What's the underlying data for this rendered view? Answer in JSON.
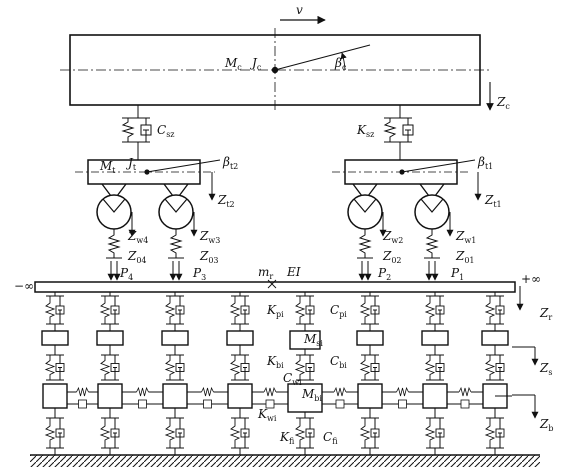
{
  "colors": {
    "ink": "#111111",
    "ground": "#d9d9d9",
    "paper": "#ffffff"
  },
  "labels": {
    "v": "v",
    "Mc": {
      "main": "M",
      "sub": "c"
    },
    "Jc": {
      "main": "J",
      "sub": "c"
    },
    "betac": {
      "main": "β",
      "sub": "c"
    },
    "Zc": {
      "main": "Z",
      "sub": "c"
    },
    "Csz": {
      "main": "C",
      "sub": "sz"
    },
    "Ksz": {
      "main": "K",
      "sub": "sz"
    },
    "Mt": {
      "main": "M",
      "sub": "t"
    },
    "Jt": {
      "main": "J",
      "sub": "t"
    },
    "betat2": {
      "main": "β",
      "sub": "t2"
    },
    "betat1": {
      "main": "β",
      "sub": "t1"
    },
    "Zt2": {
      "main": "Z",
      "sub": "t2"
    },
    "Zt1": {
      "main": "Z",
      "sub": "t1"
    },
    "Zw4": {
      "main": "Z",
      "sub": "w4"
    },
    "Zw3": {
      "main": "Z",
      "sub": "w3"
    },
    "Zw2": {
      "main": "Z",
      "sub": "w2"
    },
    "Zw1": {
      "main": "Z",
      "sub": "w1"
    },
    "Z04": {
      "main": "Z",
      "sub": "04"
    },
    "Z03": {
      "main": "Z",
      "sub": "03"
    },
    "Z02": {
      "main": "Z",
      "sub": "02"
    },
    "Z01": {
      "main": "Z",
      "sub": "01"
    },
    "P4": {
      "main": "P",
      "sub": "4"
    },
    "P3": {
      "main": "P",
      "sub": "3"
    },
    "P2": {
      "main": "P",
      "sub": "2"
    },
    "P1": {
      "main": "P",
      "sub": "1"
    },
    "mr": {
      "main": "m",
      "sub": "r"
    },
    "EI": "EI",
    "minf": "−∞",
    "pinf": "+∞",
    "Zr": {
      "main": "Z",
      "sub": "r"
    },
    "Zs": {
      "main": "Z",
      "sub": "s"
    },
    "Zb": {
      "main": "Z",
      "sub": "b"
    },
    "Kpi": {
      "main": "K",
      "sub": "pi"
    },
    "Cpi": {
      "main": "C",
      "sub": "pi"
    },
    "Msi": {
      "main": "M",
      "sub": "si"
    },
    "Kbi": {
      "main": "K",
      "sub": "bi"
    },
    "Cbi": {
      "main": "C",
      "sub": "bi"
    },
    "Cwi": {
      "main": "C",
      "sub": "wi"
    },
    "Mbi": {
      "main": "M",
      "sub": "bi"
    },
    "Kwi": {
      "main": "K",
      "sub": "wi"
    },
    "Kfi": {
      "main": "K",
      "sub": "fi"
    },
    "Cfi": {
      "main": "C",
      "sub": "fi"
    }
  }
}
